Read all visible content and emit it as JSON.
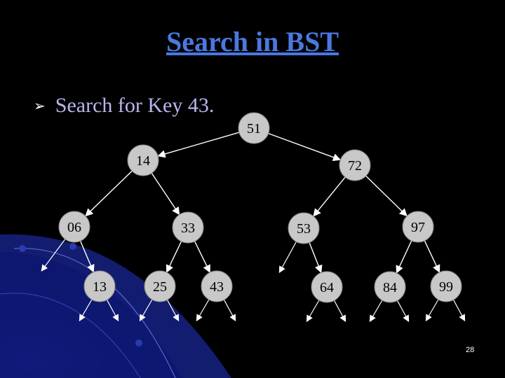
{
  "title": "Search in BST",
  "bullet": {
    "icon": "arrowhead-bullet-icon",
    "text": "Search for Key 43."
  },
  "page_number": "28",
  "colors": {
    "background": "#000000",
    "title": "#4a78e0",
    "bullet_text": "#b9b5f0",
    "node_fill": "#c8c8c8",
    "edge": "#ffffff"
  },
  "tree": {
    "nodes": [
      {
        "id": "51",
        "label": "51"
      },
      {
        "id": "14",
        "label": "14"
      },
      {
        "id": "72",
        "label": "72"
      },
      {
        "id": "06",
        "label": "06"
      },
      {
        "id": "33",
        "label": "33"
      },
      {
        "id": "53",
        "label": "53"
      },
      {
        "id": "97",
        "label": "97"
      },
      {
        "id": "13",
        "label": "13"
      },
      {
        "id": "25",
        "label": "25"
      },
      {
        "id": "43",
        "label": "43"
      },
      {
        "id": "64",
        "label": "64"
      },
      {
        "id": "84",
        "label": "84"
      },
      {
        "id": "99",
        "label": "99"
      }
    ],
    "edges": [
      [
        "51",
        "14"
      ],
      [
        "51",
        "72"
      ],
      [
        "14",
        "06"
      ],
      [
        "14",
        "33"
      ],
      [
        "72",
        "53"
      ],
      [
        "72",
        "97"
      ],
      [
        "06",
        "13"
      ],
      [
        "33",
        "25"
      ],
      [
        "33",
        "43"
      ],
      [
        "53",
        "64"
      ],
      [
        "97",
        "84"
      ],
      [
        "97",
        "99"
      ]
    ]
  }
}
